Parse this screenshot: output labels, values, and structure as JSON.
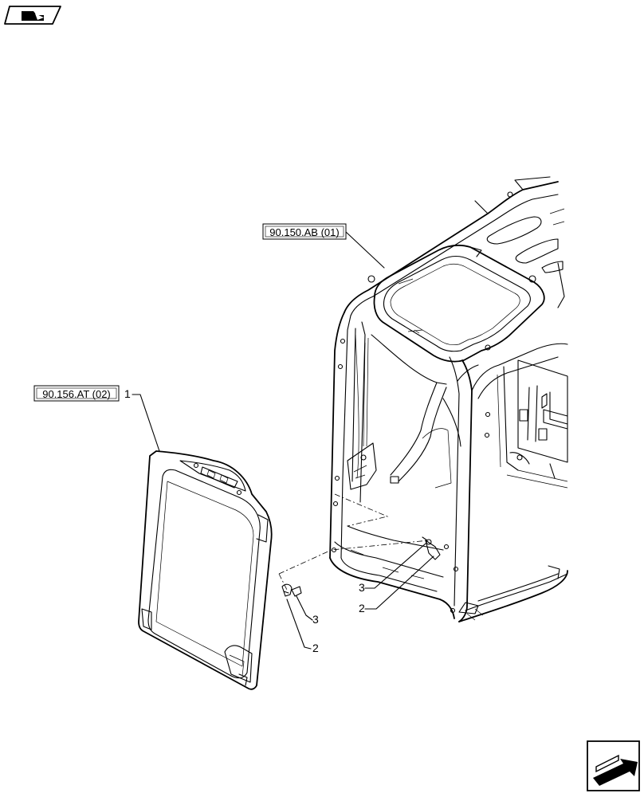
{
  "references": {
    "cab_frame": "90.150.AB (01)",
    "window_assembly": "90.156.AT (02)"
  },
  "callouts": {
    "window_frame": "1",
    "hinge_left": "2",
    "screw_left": "3",
    "hinge_right": "2",
    "screw_right": "3"
  },
  "icons": {
    "top_left": "book-arrow-icon",
    "bottom_right": "next-page-arrow-icon"
  }
}
